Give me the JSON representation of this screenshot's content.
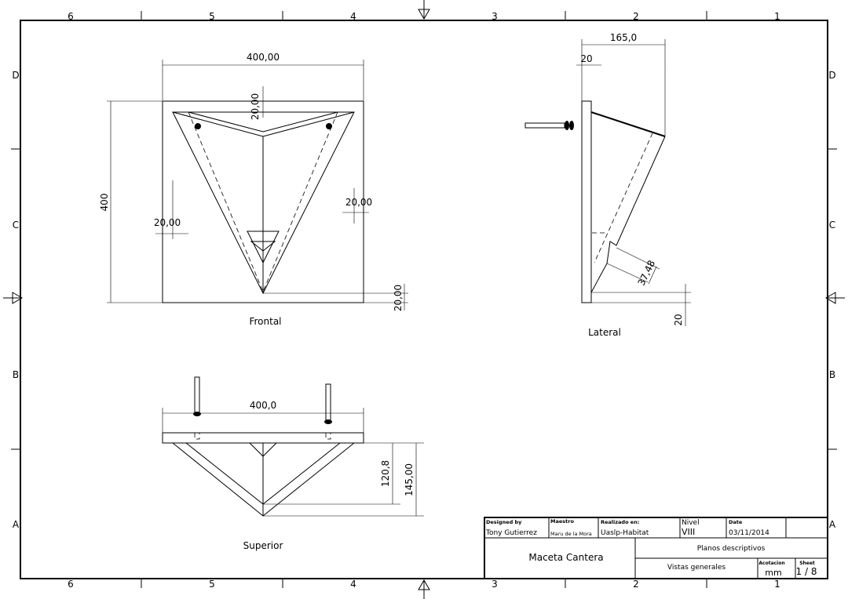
{
  "sheet": {
    "columns": [
      "6",
      "5",
      "4",
      "3",
      "2",
      "1"
    ],
    "rows": [
      "D",
      "C",
      "B",
      "A"
    ]
  },
  "views": {
    "frontal": {
      "label": "Frontal",
      "dims": {
        "width": "400,00",
        "height": "400",
        "top_offset": "20,00",
        "left_offset": "20,00",
        "right_offset": "20,00",
        "bottom_offset": "20,00"
      }
    },
    "lateral": {
      "label": "Lateral",
      "dims": {
        "depth": "165,0",
        "thickness": "20",
        "angled": "37,48",
        "bottom": "20"
      }
    },
    "superior": {
      "label": "Superior",
      "dims": {
        "width": "400,0",
        "inner_depth": "120,8",
        "outer_depth": "145,00"
      }
    }
  },
  "title_block": {
    "designed_by_label": "Designed by",
    "designed_by": "Tony Gutierrez",
    "maestro_label": "Maestro",
    "maestro": "Maru de la Mora",
    "realizado_label": "Realizado en:",
    "realizado": "Uaslp-Habitat",
    "nivel_label": "Nivel",
    "nivel": "VIII",
    "date_label": "Date",
    "date": "03/11/2014",
    "title": "Maceta Cantera",
    "subtitle": "Planos descriptivos",
    "view_set": "Vistas generales",
    "units_label": "Acotacion",
    "units": "mm",
    "sheet_label": "Sheet",
    "sheet": "1 / 8"
  }
}
